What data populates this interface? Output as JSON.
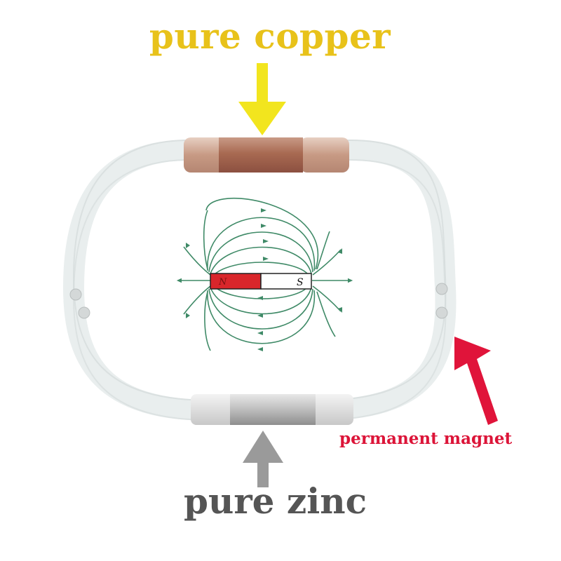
{
  "labels": {
    "copper": "pure copper",
    "zinc": "pure zinc",
    "magnet": "permanent magnet",
    "bar_magnet_north": "N",
    "bar_magnet_south": "S"
  },
  "colors": {
    "copper_label": "#e8c21a",
    "copper_arrow": "#f2e51e",
    "zinc_label": "#555555",
    "zinc_arrow": "#9a9a9a",
    "magnet_label": "#dc1438",
    "magnet_arrow": "#e0143a",
    "field_lines": "#3f8a67",
    "bar_north": "#d9262b"
  }
}
